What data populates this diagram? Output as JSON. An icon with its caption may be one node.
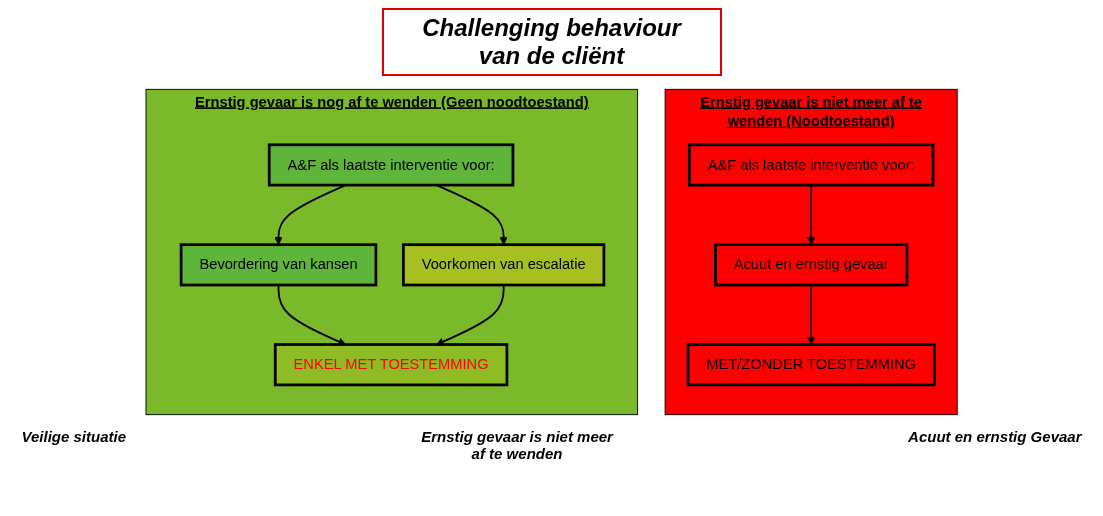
{
  "diagram": {
    "title": "Challenging behaviour van de cliënt",
    "nodes": [
      {
        "text": [
          "Ernstig gevaar is nog af te wenden (Geen noodtoestand)"
        ]
      },
      {
        "text": [
          "A&F als laatste interventie voor:"
        ],
        "in": 0
      },
      {
        "text": [
          "Bevordering van kansen"
        ],
        "in": 0
      },
      {
        "text": [
          "Voorkomen van escalatie"
        ],
        "in": 0
      },
      {
        "text": [
          "ENKEL MET TOESTEMMING"
        ],
        "in": 0
      },
      {
        "text": [
          "Ernstig gevaar is niet meer af te wenden (Noodtoestand)"
        ]
      },
      {
        "text": [
          "A&F als laatste interventie voor:"
        ],
        "in": 5
      },
      {
        "text": [
          "Acuut en ernstig gevaar"
        ],
        "in": 5
      },
      {
        "text": [
          "MET/ZONDER TOESTEMMING"
        ],
        "in": 5
      }
    ],
    "edges": [
      {
        "from": 1,
        "to": 2,
        "arrow": "to"
      },
      {
        "from": 1,
        "to": 3,
        "arrow": "to"
      },
      {
        "from": 2,
        "to": 4,
        "arrow": "to"
      },
      {
        "from": 3,
        "to": 4,
        "arrow": "to"
      },
      {
        "from": 6,
        "to": 7,
        "arrow": "to"
      },
      {
        "from": 7,
        "to": 8,
        "arrow": "to"
      }
    ],
    "labels": [
      "Veilige situatie",
      "Ernstig gevaar is niet meer af te wenden",
      "Acuut en ernstig Gevaar"
    ]
  }
}
